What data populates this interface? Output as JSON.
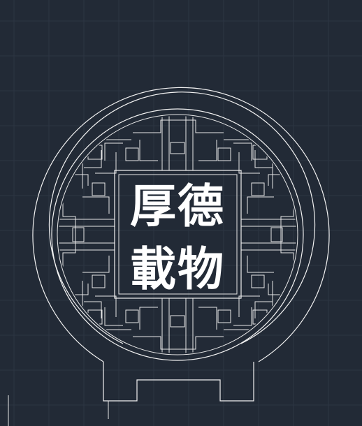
{
  "canvas": {
    "background": "#222a36",
    "line_color": "#f2f2f2",
    "grid_color": "#2c3543"
  },
  "drawing": {
    "title_chars": [
      "厚",
      "德",
      "載",
      "物"
    ]
  },
  "ucs_marker": {
    "icon": "ucs-axis-icon"
  }
}
